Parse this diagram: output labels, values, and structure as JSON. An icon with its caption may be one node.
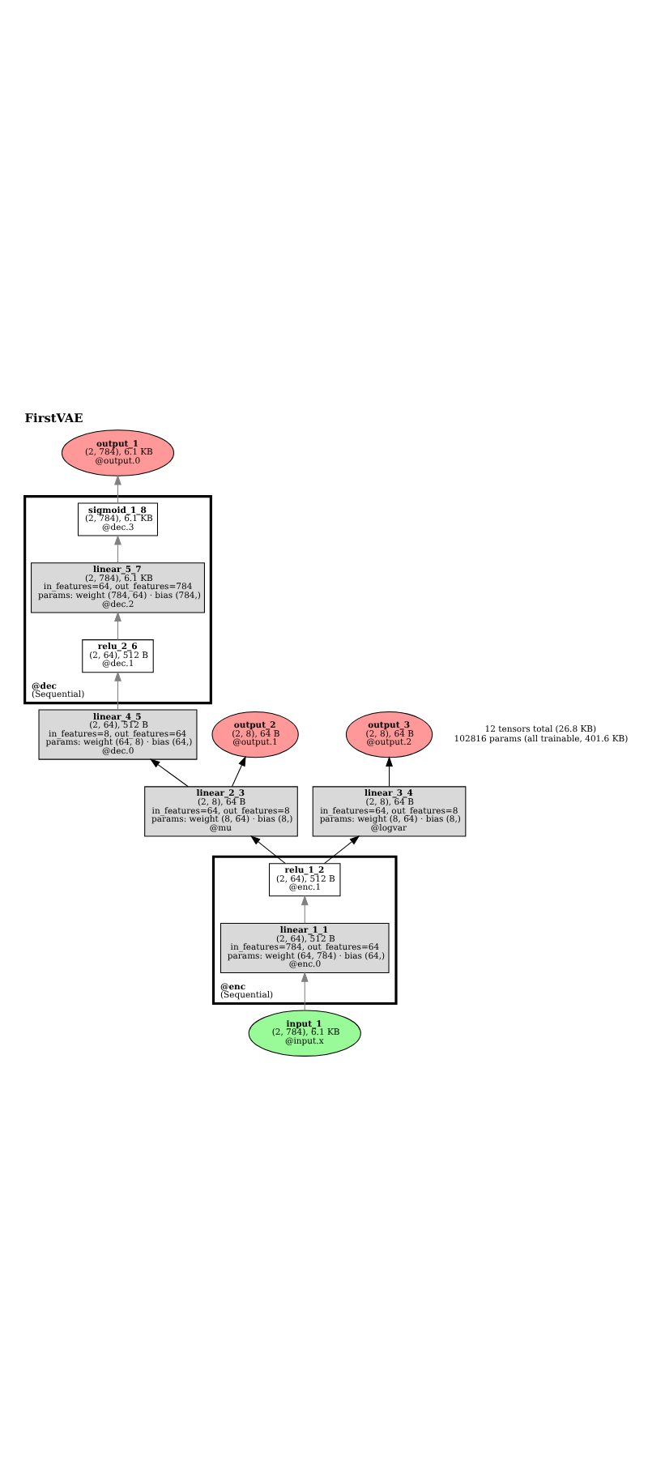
{
  "diagram": {
    "title": "FirstVAE",
    "nodes": [
      {
        "text": [
          "output_3",
          "(2, 8), 64 B",
          "@output.2"
        ]
      },
      {
        "text": [
          "output_1",
          "(2, 784), 6.1 KB",
          "@output.0"
        ]
      },
      {
        "text": [
          "@dec",
          "(Sequential)"
        ]
      },
      {
        "text": [
          "sigmoid_1_8",
          "(2, 784), 6.1 KB",
          "@dec.3"
        ],
        "in": 2
      },
      {
        "text": [
          "linear_5_7",
          "(2, 784), 6.1 KB",
          "in_features=64, out_features=784",
          "params: weight (784, 64) · bias (784,)",
          "@dec.2"
        ],
        "in": 2
      },
      {
        "text": [
          "relu_2_6",
          "(2, 64), 512 B",
          "@dec.1"
        ],
        "in": 2
      },
      {
        "text": [
          "linear_4_5",
          "(2, 64), 512 B",
          "in_features=8, out_features=64",
          "params: weight (64, 8) · bias (64,)",
          "@dec.0"
        ]
      },
      {
        "text": [
          "output_2",
          "(2, 8), 64 B",
          "@output.1"
        ]
      },
      {
        "text": [
          "linear_2_3",
          "(2, 8), 64 B",
          "in_features=64, out_features=8",
          "params: weight (8, 64) · bias (8,)",
          "@mu"
        ]
      },
      {
        "text": [
          "linear_3_4",
          "(2, 8), 64 B",
          "in_features=64, out_features=8",
          "params: weight (8, 64) · bias (8,)",
          "@logvar"
        ]
      },
      {
        "text": [
          "@enc",
          "(Sequential)"
        ]
      },
      {
        "text": [
          "relu_1_2",
          "(2, 64), 512 B",
          "@enc.1"
        ],
        "in": 10
      },
      {
        "text": [
          "linear_1_1",
          "(2, 64), 512 B",
          "in_features=784, out_features=64",
          "params: weight (64, 784) · bias (64,)",
          "@enc.0"
        ],
        "in": 10
      },
      {
        "text": [
          "input_1",
          "(2, 784), 6.1 KB",
          "@input.x"
        ]
      }
    ],
    "edges": [
      {
        "from": 13,
        "to": 12,
        "arrow": "to"
      },
      {
        "from": 12,
        "to": 11,
        "arrow": "to"
      },
      {
        "from": 11,
        "to": 8,
        "arrow": "to",
        "color": "#000000"
      },
      {
        "from": 11,
        "to": 9,
        "arrow": "to",
        "color": "#000000"
      },
      {
        "from": 9,
        "to": 0,
        "arrow": "to",
        "color": "#000000"
      },
      {
        "from": 8,
        "to": 6,
        "arrow": "to",
        "color": "#000000"
      },
      {
        "from": 8,
        "to": 7,
        "arrow": "to",
        "color": "#000000"
      },
      {
        "from": 6,
        "to": 5,
        "arrow": "to"
      },
      {
        "from": 5,
        "to": 4,
        "arrow": "to"
      },
      {
        "from": 4,
        "to": 3,
        "arrow": "to"
      },
      {
        "from": 3,
        "to": 1,
        "arrow": "to"
      }
    ],
    "labels": [
      "12 tensors total (26.8 KB)",
      "102816 params (all trainable, 401.6 KB)"
    ]
  }
}
